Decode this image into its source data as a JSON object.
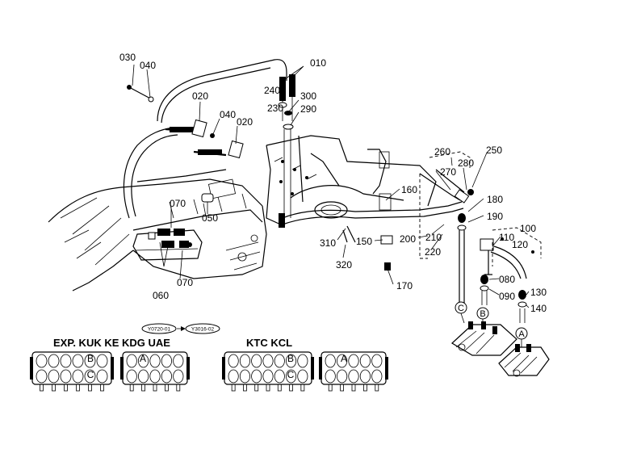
{
  "parts": {
    "p010": "010",
    "p020a": "020",
    "p020b": "020",
    "p030": "030",
    "p040a": "040",
    "p040b": "040",
    "p050": "050",
    "p060": "060",
    "p070a": "070",
    "p070b": "070",
    "p080": "080",
    "p090": "090",
    "p100": "100",
    "p110": "110",
    "p120": "120",
    "p130": "130",
    "p140": "140",
    "p150": "150",
    "p160": "160",
    "p170": "170",
    "p180": "180",
    "p190": "190",
    "p200": "200",
    "p210": "210",
    "p220": "220",
    "p230": "230",
    "p240": "240",
    "p250": "250",
    "p260": "260",
    "p270": "270",
    "p280": "280",
    "p290": "290",
    "p300": "300",
    "p310": "310",
    "p320": "320"
  },
  "connectors": {
    "a": "A",
    "b": "B",
    "c": "C"
  },
  "serials": {
    "from": "Y0720-01",
    "to": "Y3016-02"
  },
  "variants": {
    "left": "EXP. KUK KE KDG UAE",
    "right": "KTC KCL"
  },
  "valve_marks": {
    "b": "B",
    "c": "C",
    "a": "A"
  }
}
